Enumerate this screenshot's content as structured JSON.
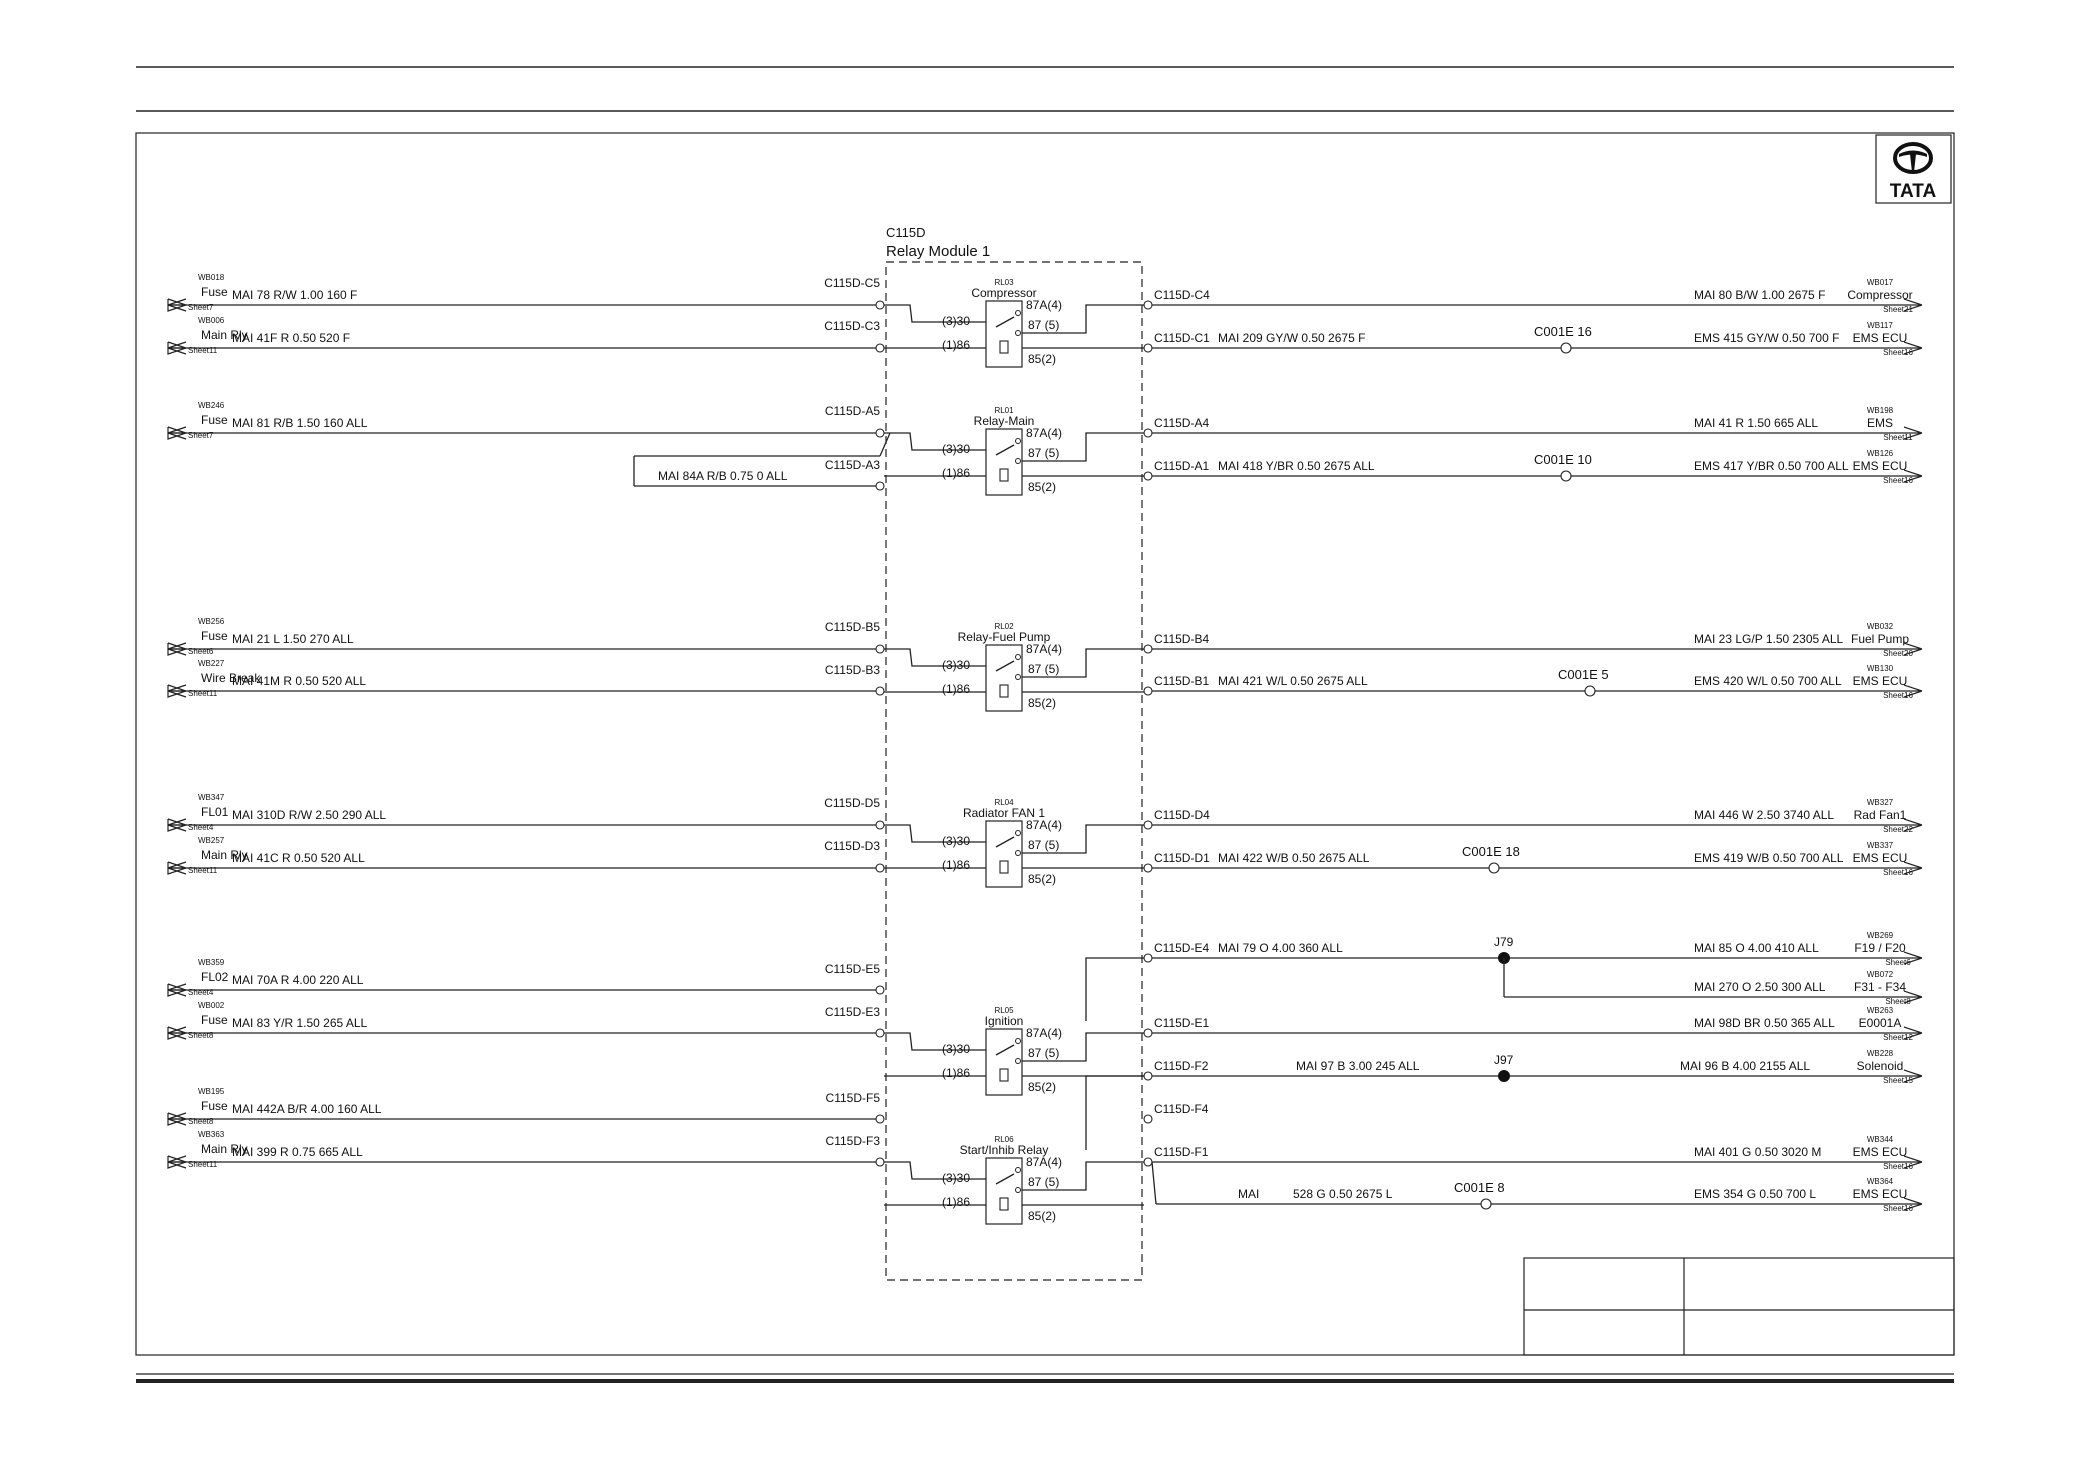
{
  "brand": {
    "name": "TATA"
  },
  "module": {
    "id": "C115D",
    "title": "Relay Module 1"
  },
  "relays": [
    {
      "id": "RL03",
      "name": "Compressor",
      "p30": "(3)30",
      "p86": "(1)86",
      "p87a": "87A(4)",
      "p87": "87 (5)",
      "p85": "85(2)"
    },
    {
      "id": "RL01",
      "name": "Relay-Main",
      "p30": "(3)30",
      "p86": "(1)86",
      "p87a": "87A(4)",
      "p87": "87 (5)",
      "p85": "85(2)"
    },
    {
      "id": "RL02",
      "name": "Relay-Fuel Pump",
      "p30": "(3)30",
      "p86": "(1)86",
      "p87a": "87A(4)",
      "p87": "87 (5)",
      "p85": "85(2)"
    },
    {
      "id": "RL04",
      "name": "Radiator FAN 1",
      "p30": "(3)30",
      "p86": "(1)86",
      "p87a": "87A(4)",
      "p87": "87 (5)",
      "p85": "85(2)"
    },
    {
      "id": "RL05",
      "name": "Ignition",
      "p30": "(3)30",
      "p86": "(1)86",
      "p87a": "87A(4)",
      "p87": "87 (5)",
      "p85": "85(2)"
    },
    {
      "id": "RL06",
      "name": "Start/Inhib Relay",
      "p30": "(3)30",
      "p86": "(1)86",
      "p87a": "87A(4)",
      "p87": "87 (5)",
      "p85": "85(2)"
    }
  ],
  "left_wires": [
    {
      "wb": "WB018",
      "dest": "Fuse",
      "sheet": "Sheet7",
      "wire": "MAI  78 R/W 1.00 160 F",
      "conn": "C115D-C5"
    },
    {
      "wb": "WB006",
      "dest": "Main Rly",
      "sheet": "Sheet11",
      "wire": "MAI  41F R 0.50 520 F",
      "conn": "C115D-C3"
    },
    {
      "wb": "WB246",
      "dest": "Fuse",
      "sheet": "Sheet7",
      "wire": "MAI  81 R/B 1.50 160 ALL",
      "conn": "C115D-A5"
    },
    {
      "wb": "",
      "dest": "",
      "sheet": "",
      "wire": "MAI  84A R/B 0.75 0 ALL",
      "conn": "C115D-A3"
    },
    {
      "wb": "WB256",
      "dest": "Fuse",
      "sheet": "Sheet6",
      "wire": "MAI  21 L 1.50 270 ALL",
      "conn": "C115D-B5"
    },
    {
      "wb": "WB227",
      "dest": "Wire Break",
      "sheet": "Sheet11",
      "wire": "MAI  41M R 0.50 520 ALL",
      "conn": "C115D-B3"
    },
    {
      "wb": "WB347",
      "dest": "FL01",
      "sheet": "Sheet4",
      "wire": "MAI  310D R/W 2.50 290 ALL",
      "conn": "C115D-D5"
    },
    {
      "wb": "WB257",
      "dest": "Main Rly",
      "sheet": "Sheet11",
      "wire": "MAI  41C R 0.50 520 ALL",
      "conn": "C115D-D3"
    },
    {
      "wb": "WB359",
      "dest": "FL02",
      "sheet": "Sheet4",
      "wire": "MAI  70A R 4.00 220 ALL",
      "conn": "C115D-E5"
    },
    {
      "wb": "WB002",
      "dest": "Fuse",
      "sheet": "Sheet8",
      "wire": "MAI  83 Y/R 1.50 265 ALL",
      "conn": "C115D-E3"
    },
    {
      "wb": "WB195",
      "dest": "Fuse",
      "sheet": "Sheet8",
      "wire": "MAI  442A B/R 4.00 160 ALL",
      "conn": "C115D-F5"
    },
    {
      "wb": "WB363",
      "dest": "Main Rly",
      "sheet": "Sheet11",
      "wire": "MAI  399 R 0.75 665 ALL",
      "conn": "C115D-F3"
    }
  ],
  "right_wires": [
    {
      "conn": "C115D-C4",
      "wire_left": "",
      "splice": "",
      "wire_right": "MAI  80 B/W 1.00 2675 F",
      "wb": "WB017",
      "dest": "Compressor",
      "sheet": "Sheet21"
    },
    {
      "conn": "C115D-C1",
      "wire_left": "MAI  209 GY/W 0.50 2675 F",
      "splice": "C001E  16",
      "wire_right": "EMS  415 GY/W 0.50 700 F",
      "wb": "WB117",
      "dest": "EMS ECU",
      "sheet": "Sheet16"
    },
    {
      "conn": "C115D-A4",
      "wire_left": "",
      "splice": "",
      "wire_right": "MAI  41 R 1.50 665 ALL",
      "wb": "WB198",
      "dest": "EMS",
      "sheet": "Sheet11"
    },
    {
      "conn": "C115D-A1",
      "wire_left": "MAI  418 Y/BR 0.50 2675 ALL",
      "splice": "C001E  10",
      "wire_right": "EMS  417 Y/BR 0.50 700 ALL",
      "wb": "WB126",
      "dest": "EMS ECU",
      "sheet": "Sheet16"
    },
    {
      "conn": "C115D-B4",
      "wire_left": "",
      "splice": "",
      "wire_right": "MAI  23 LG/P 1.50 2305 ALL",
      "wb": "WB032",
      "dest": "Fuel Pump",
      "sheet": "Sheet20"
    },
    {
      "conn": "C115D-B1",
      "wire_left": "MAI  421 W/L 0.50 2675 ALL",
      "splice": "C001E  5",
      "wire_right": "EMS  420 W/L 0.50 700 ALL",
      "wb": "WB130",
      "dest": "EMS ECU",
      "sheet": "Sheet16"
    },
    {
      "conn": "C115D-D4",
      "wire_left": "",
      "splice": "",
      "wire_right": "MAI  446 W 2.50 3740 ALL",
      "wb": "WB327",
      "dest": "Rad Fan1",
      "sheet": "Sheet22"
    },
    {
      "conn": "C115D-D1",
      "wire_left": "MAI  422 W/B 0.50 2675 ALL",
      "splice": "C001E  18",
      "wire_right": "EMS  419 W/B 0.50 700 ALL",
      "wb": "WB337",
      "dest": "EMS ECU",
      "sheet": "Sheet16"
    },
    {
      "conn": "C115D-E4",
      "wire_left": "MAI  79 O 4.00 360 ALL",
      "splice": "J79",
      "wire_right": "MAI  85 O 4.00 410 ALL",
      "wb": "WB269",
      "dest": "F19  /  F20",
      "sheet": "Sheet6"
    },
    {
      "conn": "",
      "wire_left": "",
      "splice": "",
      "wire_right": "MAI  270 O 2.50 300 ALL",
      "wb": "WB072",
      "dest": "F31  -  F34",
      "sheet": "Sheet8"
    },
    {
      "conn": "C115D-E1",
      "wire_left": "",
      "splice": "",
      "wire_right": "MAI  98D BR 0.50 365 ALL",
      "wb": "WB263",
      "dest": "E0001A",
      "sheet": "Sheet12"
    },
    {
      "conn": "C115D-F2",
      "wire_left": "MAI   97 B 3.00 245 ALL",
      "splice": "J97",
      "wire_right": "MAI  96 B 4.00 2155 ALL",
      "wb": "WB228",
      "dest": "Solenoid",
      "sheet": "Sheet15"
    },
    {
      "conn": "C115D-F4",
      "wire_left": "",
      "splice": "",
      "wire_right": "",
      "wb": "",
      "dest": "",
      "sheet": ""
    },
    {
      "conn": "C115D-F1",
      "wire_left": "",
      "splice": "",
      "wire_right": "MAI   401 G 0.50 3020 M",
      "wb": "WB344",
      "dest": "EMS ECU",
      "sheet": "Sheet16"
    },
    {
      "conn": "",
      "wire_left": "MAI",
      "wire_left2": "528 G 0.50 2675 L",
      "splice": "C001E  8",
      "wire_right": "EMS   354 G 0.50 700 L",
      "wb": "WB364",
      "dest": "EMS ECU",
      "sheet": "Sheet16"
    }
  ]
}
